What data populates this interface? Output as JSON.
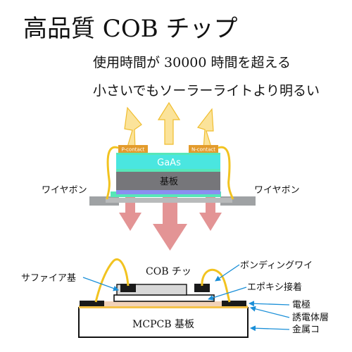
{
  "headline": {
    "title": "高品質 COB チップ",
    "line1": "使用時間が 30000 時間を超える",
    "line2": "小さいでもソーラーライトより明るい"
  },
  "top_diagram": {
    "p_contact": "P-contact",
    "n_contact": "N-contact",
    "gaas": "GaAs",
    "substrate": "基板",
    "wire_left": "ワイヤボン",
    "wire_right": "ワイヤボン"
  },
  "bottom_diagram": {
    "cob_chip": "COB チッ",
    "bonding_wire": "ボンディングワイ",
    "sapphire": "サファイア基",
    "epoxy": "エポキシ接着",
    "electrode": "電極",
    "dielectric": "誘電体層",
    "metal": "金属コ",
    "mcpcb": "MCPCB 基板"
  },
  "colors": {
    "arrow_fill": "#fbe39a",
    "arrow_stroke": "#f0bd2e",
    "red_arrow": "#e0888a",
    "teal": "#57e7b8",
    "gaas": "#4ae6e0",
    "substrate": "#76767a",
    "blue_band": "#8a8ff0",
    "gray_bar": "#9fa2a4",
    "pad": "#e39b2c",
    "wire": "#f2c320",
    "pointer": "#1a8fd8"
  }
}
